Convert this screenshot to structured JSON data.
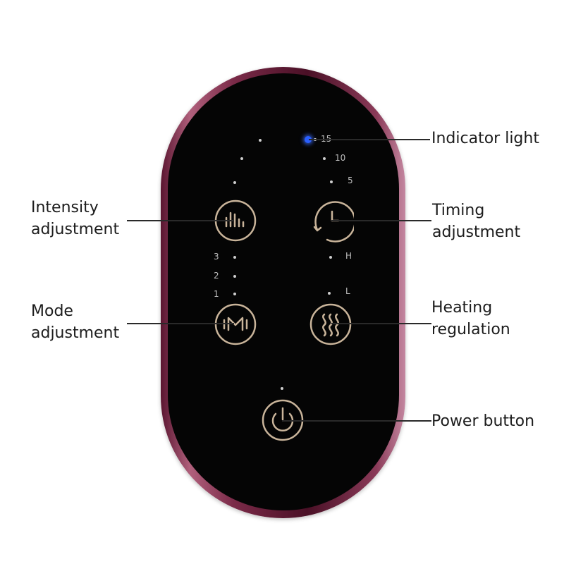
{
  "labels": {
    "indicator_light": "Indicator light",
    "intensity_line1": "Intensity",
    "intensity_line2": "adjustment",
    "timing_line1": "Timing",
    "timing_line2": "adjustment",
    "mode_line1": "Mode",
    "mode_line2": "adjustment",
    "heating_line1": "Heating",
    "heating_line2": "regulation",
    "power_button": "Power button"
  },
  "timer_scale": [
    "15",
    "10",
    "5"
  ],
  "level_scale": [
    "3",
    "2",
    "1"
  ],
  "heat_scale": [
    "H",
    "L"
  ],
  "icons": {
    "intensity": "intensity-bars-icon",
    "timing": "timer-clock-icon",
    "mode": "mode-m-icon",
    "heating": "heat-waves-icon",
    "power": "power-icon"
  },
  "colors": {
    "indicator_led": "#2a5fff",
    "button_outline": "#c9b49a",
    "shell": "#7a2a48",
    "face": "#050505"
  }
}
